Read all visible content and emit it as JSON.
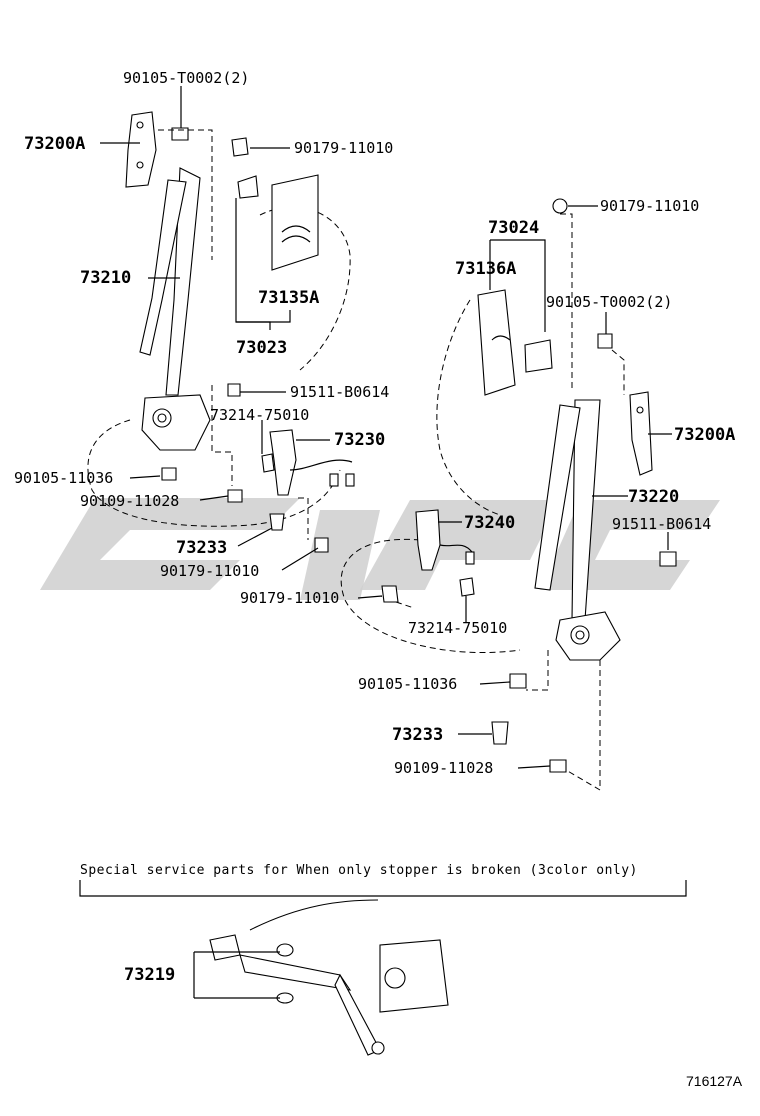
{
  "labels": {
    "l_90105_T0002_2_left": "90105-T0002(2)",
    "l_73200A_left": "73200A",
    "l_90179_11010_topleft": "90179-11010",
    "l_73210": "73210",
    "l_73135A": "73135A",
    "l_73023": "73023",
    "l_91511_B0614_left": "91511-B0614",
    "l_73214_75010_left": "73214-75010",
    "l_73230": "73230",
    "l_90105_11036_left": "90105-11036",
    "l_90109_11028_left": "90109-11028",
    "l_73233_left": "73233",
    "l_90179_11010_midleft": "90179-11010",
    "l_90179_11010_topright": "90179-11010",
    "l_73024": "73024",
    "l_73136A": "73136A",
    "l_90105_T0002_2_right": "90105-T0002(2)",
    "l_73200A_right": "73200A",
    "l_73220": "73220",
    "l_91511_B0614_right": "91511-B0614",
    "l_73240": "73240",
    "l_90179_11010_center": "90179-11010",
    "l_73214_75010_right": "73214-75010",
    "l_90105_11036_right": "90105-11036",
    "l_73233_right": "73233",
    "l_90109_11028_right": "90109-11028",
    "l_73219": "73219"
  },
  "note": "Special  service  parts  for  When  only  stopper  is  broken  (3color  only)",
  "ref_code": "716127A"
}
